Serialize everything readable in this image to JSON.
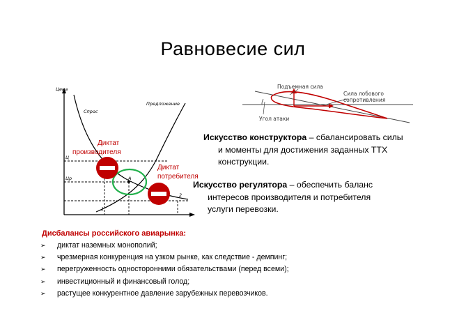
{
  "title": "Равновесие сил",
  "supply_demand_chart": {
    "y_axis_label": "Цена",
    "demand_label": "Спрос",
    "supply_label": "Предложение",
    "price_marker_upper": "Ц",
    "price_marker_equilibrium": "Цр",
    "equilibrium_point": "A",
    "quantity_marker_left": "1",
    "quantity_marker_right": "2",
    "producer_dictate": [
      "Диктат",
      "производителя"
    ],
    "consumer_dictate": [
      "Диктат",
      "потребителя"
    ],
    "equilibrium_highlight_color": "#22b14c",
    "no_entry_sign_color": "#c00000"
  },
  "wing_diagram": {
    "lift_label": "Подъемная сила",
    "drag_label": [
      "Сила лобового",
      "сопротивления"
    ],
    "attack_angle_label": "Угол атаки",
    "force_color": "#c00000"
  },
  "designer_art": {
    "term": "Искусство конструктора",
    "lines": [
      "– сбалансировать силы",
      "и моменты для достижения заданных ТТХ",
      "конструкции."
    ]
  },
  "regulator_art": {
    "term": "Искусство регулятора",
    "lines": [
      "– обеспечить баланс",
      "интересов производителя и потребителя",
      "услуги перевозки."
    ]
  },
  "imbalances": {
    "title": "Дисбалансы российского авиарынка:",
    "bullet_icon": "arrowhead-bullet-icon",
    "items": [
      "диктат наземных монополий;",
      "чрезмерная конкуренция на узком рынке, как следствие - демпинг;",
      "перегруженность односторонними обязательствами (перед всеми);",
      "инвестиционный и финансовый голод;",
      "растущее конкурентное давление зарубежных перевозчиков."
    ]
  }
}
